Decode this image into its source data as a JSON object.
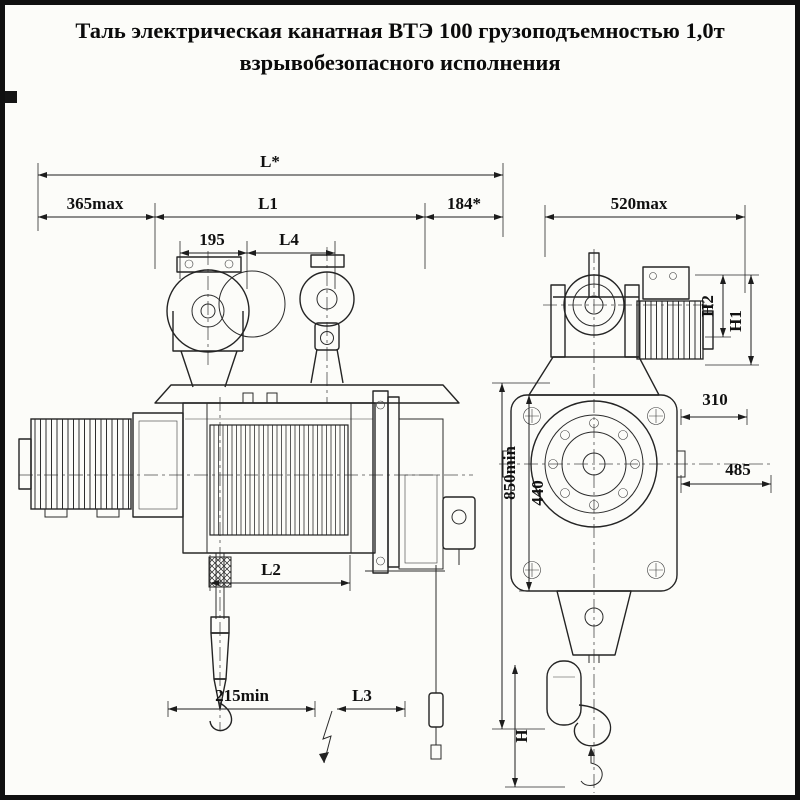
{
  "title": {
    "line1": "Таль электрическая канатная ВТЭ 100 грузоподъемностью 1,0т",
    "line2": "взрывобезопасного исполнения"
  },
  "dims": {
    "lstar": "L*",
    "max365": "365max",
    "l1": "L1",
    "d184": "184*",
    "d195": "195",
    "l4": "L4",
    "l2": "L2",
    "min215": "215min",
    "l3": "L3",
    "max520": "520max",
    "h2": "H2",
    "h1": "H1",
    "d310": "310",
    "d485": "485",
    "min850": "850min",
    "d440": "440",
    "h": "H"
  },
  "colors": {
    "ink": "#1c1c1c",
    "paper": "#fcfcf9",
    "border": "#101010"
  }
}
